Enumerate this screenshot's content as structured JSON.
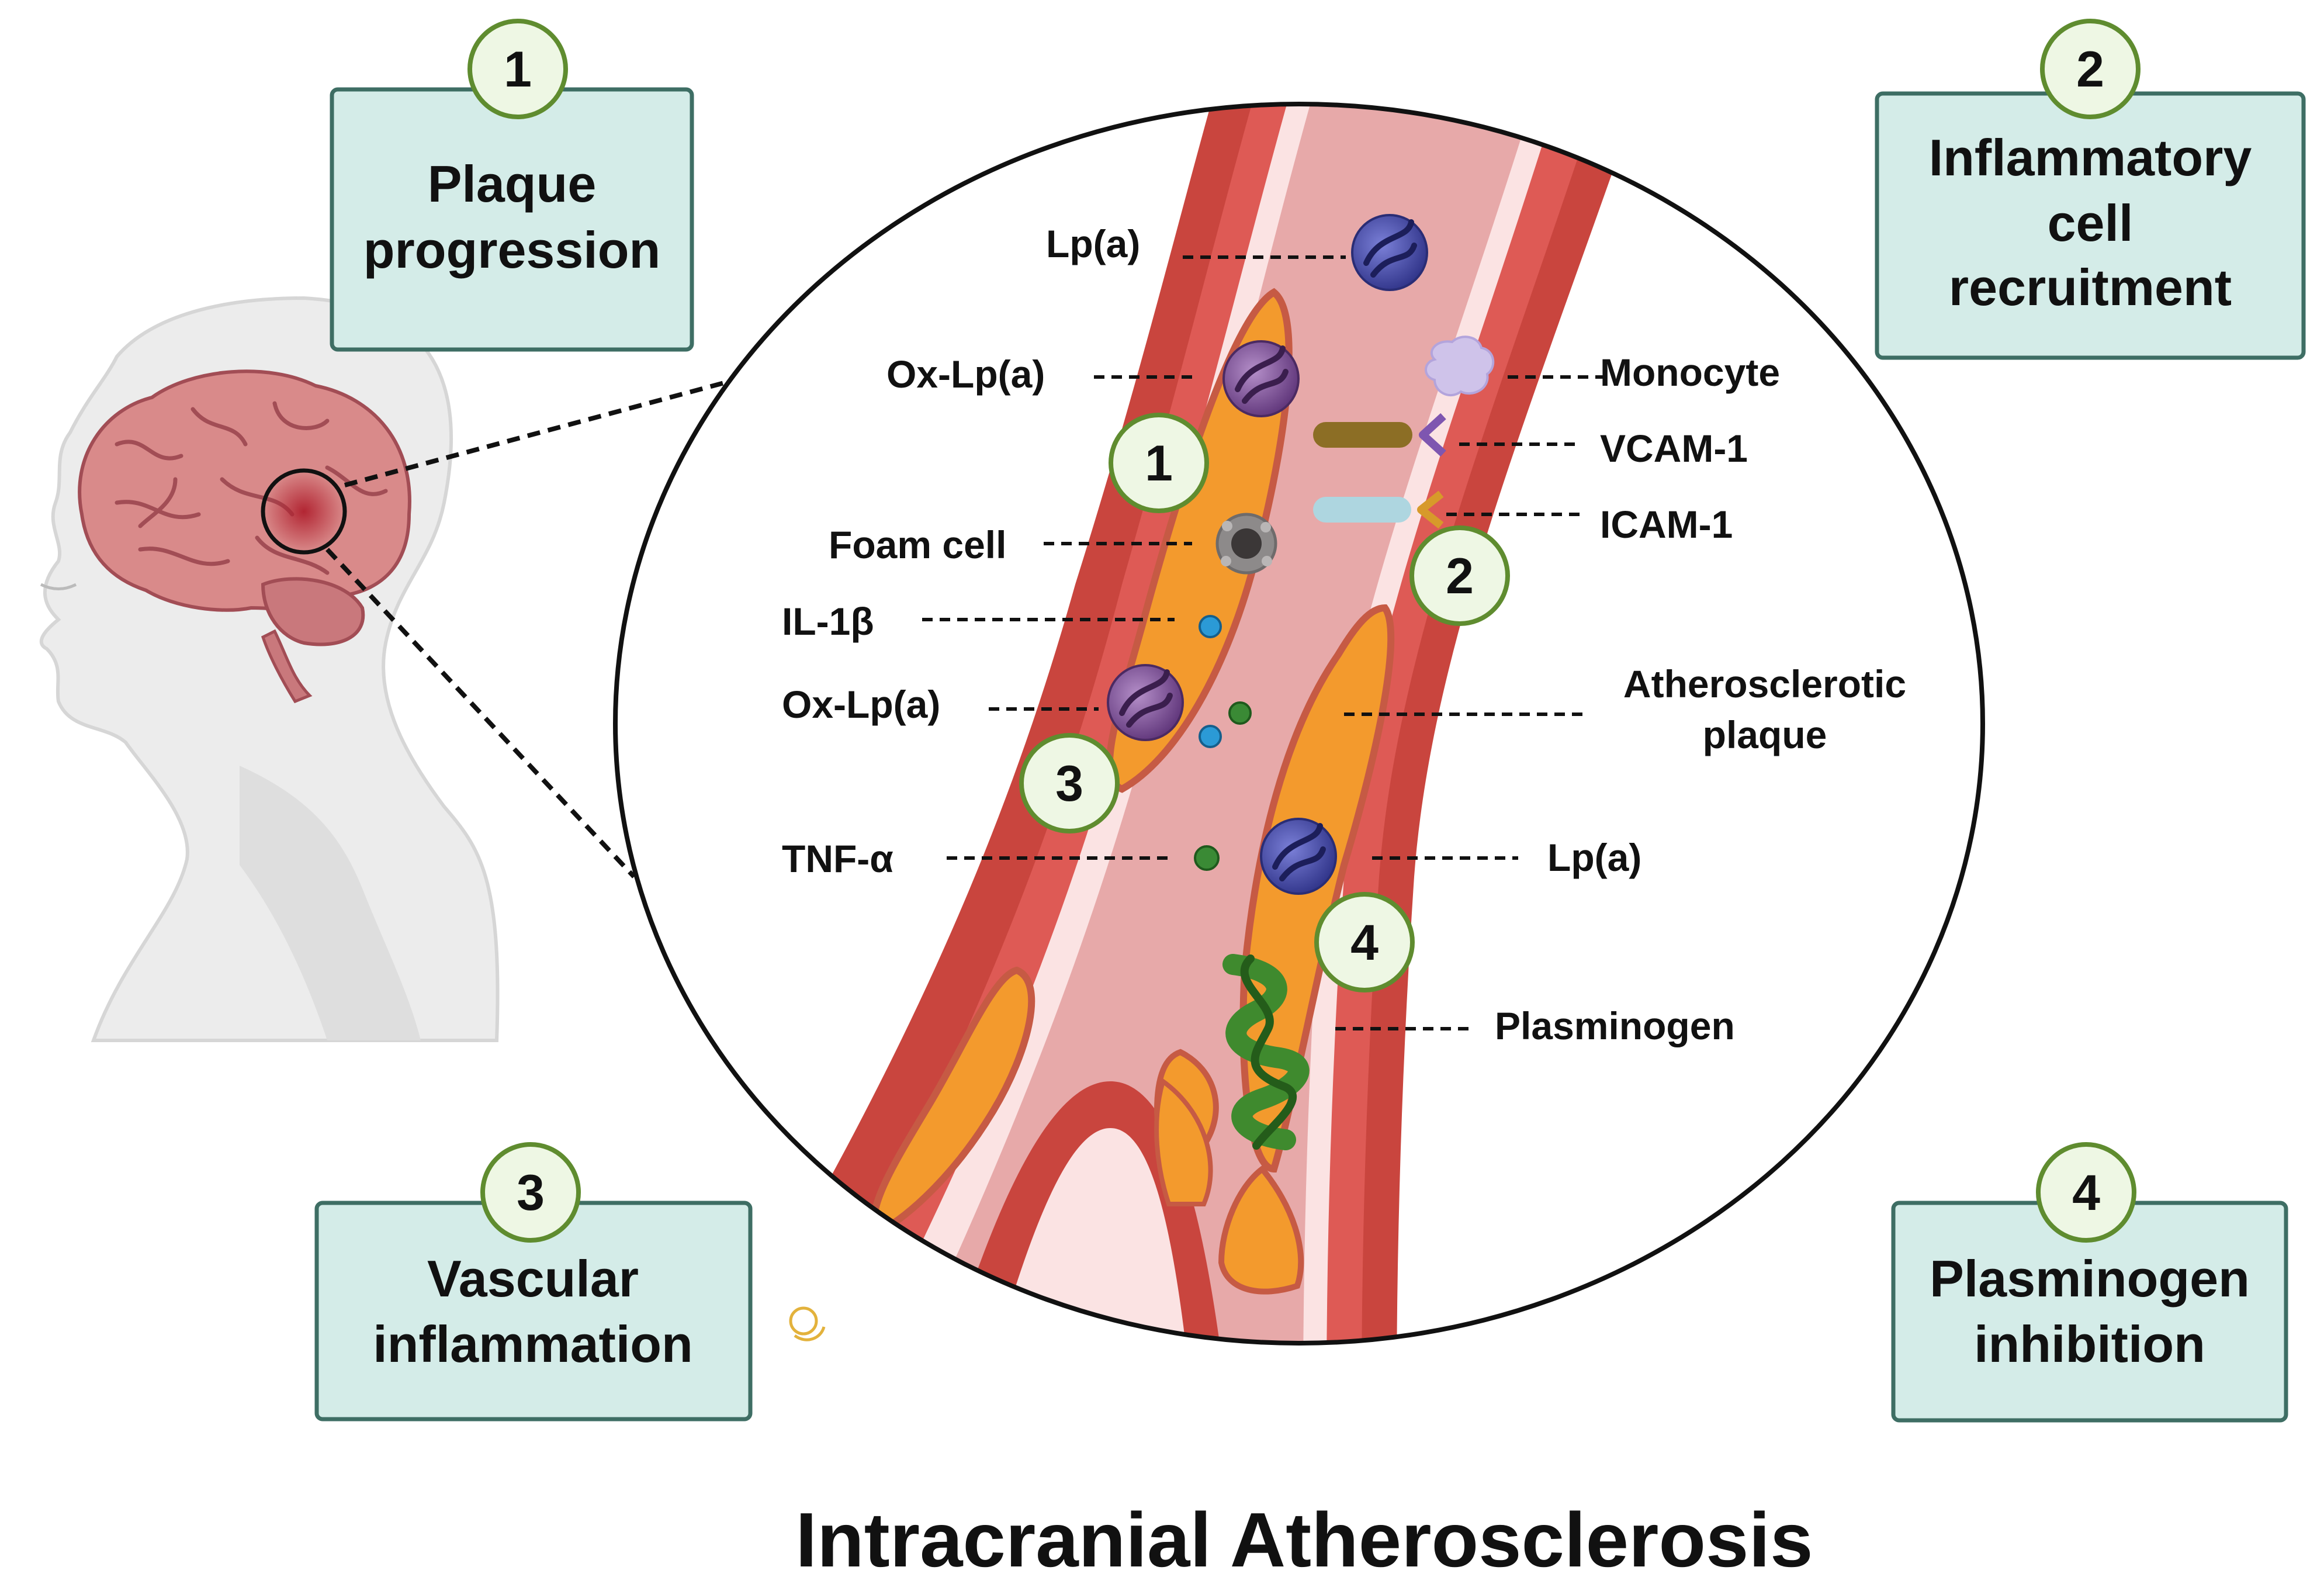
{
  "title": "Intracranial Atherosclerosis",
  "boxes": [
    {
      "number": "1",
      "line1": "Plaque",
      "line2": "progression",
      "line3": ""
    },
    {
      "number": "2",
      "line1": "Inflammatory",
      "line2": "cell",
      "line3": "recruitment"
    },
    {
      "number": "3",
      "line1": "Vascular",
      "line2": "inflammation",
      "line3": ""
    },
    {
      "number": "4",
      "line1": "Plasminogen",
      "line2": "inhibition",
      "line3": ""
    }
  ],
  "labels": {
    "lpa_top": "Lp(a)",
    "oxlpa_top": "Ox-Lp(a)",
    "monocyte": "Monocyte",
    "vcam": "VCAM-1",
    "icam": "ICAM-1",
    "foam_cell": "Foam cell",
    "il1b": "IL-1β",
    "oxlpa_mid": "Ox-Lp(a)",
    "athero_line1": "Atherosclerotic",
    "athero_line2": "plaque",
    "tnf": "TNF-α",
    "lpa_bottom": "Lp(a)",
    "plasminogen": "Plasminogen"
  },
  "badges_in_vessel": [
    "1",
    "2",
    "3",
    "4"
  ],
  "colors": {
    "box_fill": "#d4ece8",
    "box_stroke": "#3e6e64",
    "badge_fill": "#eef7e4",
    "badge_stroke": "#5f8c2f",
    "vessel_wall": "#c9453e",
    "vessel_lumen": "#e7a9a9",
    "plaque": "#f39a2d",
    "lpa": "#4347a6",
    "oxlpa": "#7b4d94"
  }
}
